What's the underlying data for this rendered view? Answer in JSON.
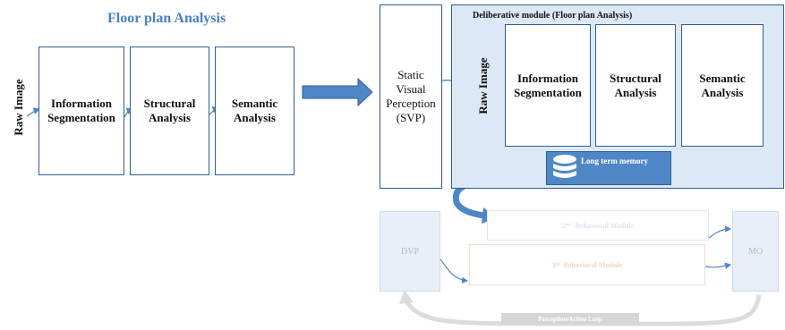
{
  "left": {
    "title": "Floor plan Analysis",
    "raw_image": "Raw Image",
    "stages": [
      {
        "line1": "Information",
        "line2": "Segmentation"
      },
      {
        "line1": "Structural",
        "line2": "Analysis"
      },
      {
        "line1": "Semantic",
        "line2": "Analysis"
      }
    ]
  },
  "svp": {
    "line1": "Static",
    "line2": "Visual",
    "line3": "Perception",
    "line4": "(SVP)"
  },
  "deliberative": {
    "title": "Deliberative module (Floor plan Analysis)",
    "raw_image": "Raw Image",
    "stages": [
      {
        "line1": "Information",
        "line2": "Segmentation"
      },
      {
        "line1": "Structural",
        "line2": "Analysis"
      },
      {
        "line1": "Semantic",
        "line2": "Analysis"
      }
    ],
    "memory": "Long term memory"
  },
  "faded": {
    "dvp": "DVP",
    "mo": "MO",
    "behavioral_2": {
      "sup": "nd",
      "num": "2",
      "text": "Behavioral Module"
    },
    "behavioral_1": {
      "sup": "st",
      "num": "1",
      "text": "Behavioral Module"
    },
    "loop": "Perception/Action Loop"
  },
  "colors": {
    "border": "#2e5f96",
    "title": "#4a7fc1",
    "panel": "#dce8f5",
    "arrow": "#4f86c6",
    "faded": "#d5dfe9"
  }
}
